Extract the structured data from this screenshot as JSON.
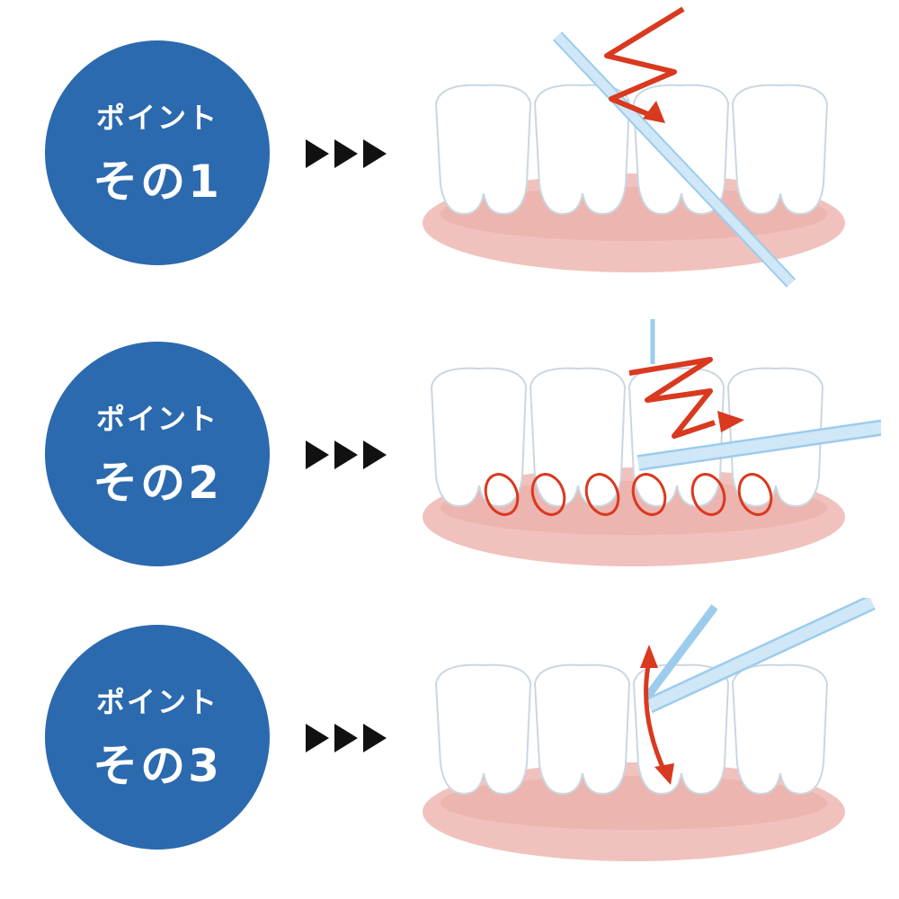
{
  "colors": {
    "badge": "#2b6aae",
    "badge_text": "#ffffff",
    "arrow": "#111111",
    "tooth": "#ffffff",
    "tooth_shade": "#e6eff6",
    "gum": "#f1c2bd",
    "gum_dark": "#e7a7a2",
    "floss": "#cfe7f7",
    "floss_edge": "#9cccec",
    "motion": "#d9391f"
  },
  "points": [
    {
      "label": "ポイント",
      "number": "その1",
      "illustration": "zigzag-insert"
    },
    {
      "label": "ポイント",
      "number": "その2",
      "illustration": "gumline-sawing"
    },
    {
      "label": "ポイント",
      "number": "その3",
      "illustration": "up-down-scrape"
    }
  ]
}
